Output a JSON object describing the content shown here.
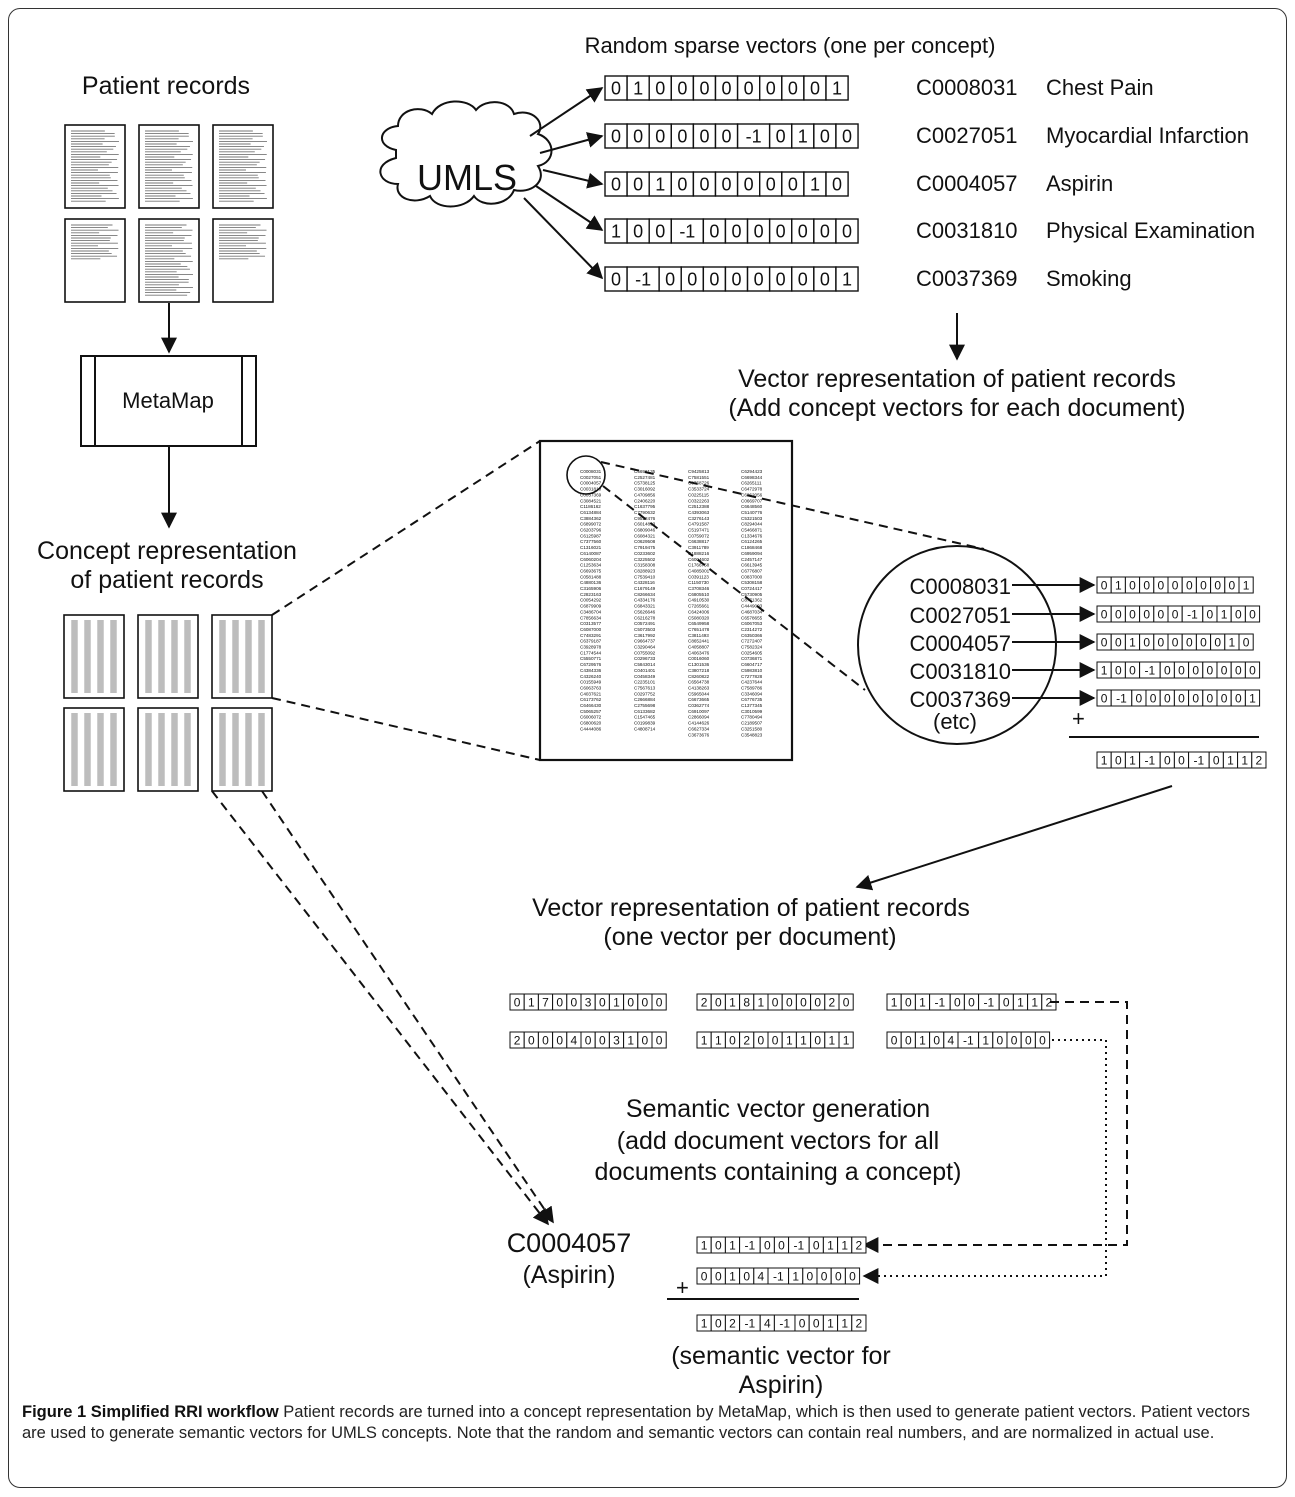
{
  "diagram": {
    "patient_records_title": "Patient records",
    "metamap_label": "MetaMap",
    "concept_rep_line1": "Concept representation",
    "concept_rep_line2": "of patient records",
    "umls_label": "UMLS",
    "random_vectors_title": "Random sparse vectors (one per concept)",
    "concepts": [
      {
        "cui": "C0008031",
        "name": "Chest Pain",
        "vector": [
          "0",
          "1",
          "0",
          "0",
          "0",
          "0",
          "0",
          "0",
          "0",
          "0",
          "1"
        ]
      },
      {
        "cui": "C0027051",
        "name": "Myocardial Infarction",
        "vector": [
          "0",
          "0",
          "0",
          "0",
          "0",
          "0",
          "-1",
          "0",
          "1",
          "0",
          "0"
        ]
      },
      {
        "cui": "C0004057",
        "name": "Aspirin",
        "vector": [
          "0",
          "0",
          "1",
          "0",
          "0",
          "0",
          "0",
          "0",
          "0",
          "1",
          "0"
        ]
      },
      {
        "cui": "C0031810",
        "name": "Physical Examination",
        "vector": [
          "1",
          "0",
          "0",
          "-1",
          "0",
          "0",
          "0",
          "0",
          "0",
          "0",
          "0"
        ]
      },
      {
        "cui": "C0037369",
        "name": "Smoking",
        "vector": [
          "0",
          "-1",
          "0",
          "0",
          "0",
          "0",
          "0",
          "0",
          "0",
          "0",
          "1"
        ]
      }
    ],
    "vector_rep_title_line1": "Vector representation of patient records",
    "vector_rep_title_line2": "(Add concept vectors for each document)",
    "etc_label": "(etc)",
    "plus_sign": "+",
    "doc_sum_vector": [
      "1",
      "0",
      "1",
      "-1",
      "0",
      "0",
      "-1",
      "0",
      "1",
      "1",
      "2"
    ],
    "doc_vectors_title_line1": "Vector representation of patient records",
    "doc_vectors_title_line2": "(one vector per document)",
    "doc_vectors": [
      [
        "0",
        "1",
        "7",
        "0",
        "0",
        "3",
        "0",
        "1",
        "0",
        "0",
        "0"
      ],
      [
        "2",
        "0",
        "1",
        "8",
        "1",
        "0",
        "0",
        "0",
        "0",
        "2",
        "0"
      ],
      [
        "1",
        "0",
        "1",
        "-1",
        "0",
        "0",
        "-1",
        "0",
        "1",
        "1",
        "2"
      ],
      [
        "2",
        "0",
        "0",
        "0",
        "4",
        "0",
        "0",
        "3",
        "1",
        "0",
        "0"
      ],
      [
        "1",
        "1",
        "0",
        "2",
        "0",
        "0",
        "1",
        "1",
        "0",
        "1",
        "1"
      ],
      [
        "0",
        "0",
        "1",
        "0",
        "4",
        "-1",
        "1",
        "0",
        "0",
        "0",
        "0"
      ]
    ],
    "semantic_title_line1": "Semantic vector generation",
    "semantic_title_line2": "(add document vectors for all",
    "semantic_title_line3": "documents containing a concept)",
    "target_cui": "C0004057",
    "target_name": "(Aspirin)",
    "semantic_result_vector": [
      "1",
      "0",
      "2",
      "-1",
      "4",
      "-1",
      "0",
      "0",
      "1",
      "1",
      "2"
    ],
    "semantic_result_line1": "(semantic vector for",
    "semantic_result_line2": "Aspirin)",
    "doc_cui_columns": [
      [
        "C0008031",
        "C0027051",
        "C0004057",
        "C0031810",
        "C0037369",
        "C3084521",
        "C1186162",
        "C6134884",
        "C3884362",
        "C6899072",
        "C6203796",
        "C6125987",
        "C7377560",
        "C1316021",
        "C6140087",
        "C6060204",
        "C1253634",
        "C6693675",
        "C0581488",
        "C4880136",
        "C3165906",
        "C2823163",
        "C0054292",
        "C6879909",
        "C3486704",
        "C7856634",
        "C0313577",
        "C6087000",
        "C7483291",
        "C6379187",
        "C3928978",
        "C1774544",
        "C5550771",
        "C6729576",
        "C4384336",
        "C4326240",
        "C0155949",
        "C6063763",
        "C4037621",
        "C6173762",
        "C6466430",
        "C5065257",
        "C6006072",
        "C6800620",
        "C4444086"
      ],
      [
        "C5696135",
        "C2527481",
        "C5738125",
        "C3016092",
        "C4709856",
        "C2406220",
        "C1637795",
        "C7790632",
        "C9512476",
        "C6014893",
        "C6809046",
        "C6084321",
        "C0629508",
        "C7919475",
        "C0233602",
        "C3225502",
        "C3158308",
        "C8288923",
        "C7539410",
        "C4328116",
        "C1679149",
        "C8266634",
        "C4334176",
        "C6843321",
        "C5626646",
        "C6216278",
        "C0572491",
        "C5073503",
        "C3617992",
        "C9664737",
        "C3290464",
        "C0755092",
        "C0296733",
        "C5843014",
        "C0401401",
        "C0458349",
        "C2235101",
        "C7567613",
        "C0297752",
        "C2666884",
        "C2755698",
        "C6133682",
        "C1547465",
        "C0199839",
        "C4808714"
      ],
      [
        "C9425813",
        "C7581551",
        "C0768726",
        "C3533724",
        "C0225115",
        "C0322263",
        "C2512388",
        "C4393063",
        "C3276143",
        "C4791587",
        "C5197471",
        "C0759072",
        "C6638817",
        "C3911789",
        "C1888216",
        "C6004602",
        "C1766758",
        "C4085001",
        "C0391123",
        "C1150730",
        "C3708346",
        "C6805510",
        "C4910530",
        "C7265661",
        "C6424006",
        "C5080320",
        "C6549958",
        "C7651478",
        "C3811493",
        "C8652441",
        "C4058807",
        "C4063476",
        "C0016060",
        "C1301536",
        "C3807218",
        "C8260822",
        "C6564738",
        "C4138263",
        "C5965044",
        "C6673665",
        "C0362774",
        "C6910097",
        "C2866094",
        "C4144626",
        "C6627334",
        "C3673676"
      ],
      [
        "C6294423",
        "C6698344",
        "C6265111",
        "C6472978",
        "C6862056",
        "C0669707",
        "C6648560",
        "C5140776",
        "C5321503",
        "C8294044",
        "C5466871",
        "C1334676",
        "C6124265",
        "C1868468",
        "C6959094",
        "C2457147",
        "C6613945",
        "C6776807",
        "C0837000",
        "C5308158",
        "C0724417",
        "C5730905",
        "C8771362",
        "C4449003",
        "C4687034",
        "C6578655",
        "C6067053",
        "C2314272",
        "C6350366",
        "C7272407",
        "C7582324",
        "C0254605",
        "C0736871",
        "C6604717",
        "C5983810",
        "C7277828",
        "C4237644",
        "C7589786",
        "C3346094",
        "C6776735",
        "C1377345",
        "C3010599",
        "C7780494",
        "C2189507",
        "C3251580",
        "C3548823"
      ]
    ]
  },
  "caption": {
    "label": "Figure 1 Simplified RRI workflow",
    "text": "Patient records are turned into a concept representation by MetaMap, which is then used to generate patient vectors. Patient vectors are used to generate semantic vectors for UMLS concepts. Note that the random and semantic vectors can contain real numbers, and are normalized in actual use."
  },
  "colors": {
    "ink": "#111111",
    "border": "#333333",
    "background": "#ffffff"
  },
  "icons": [
    "document-icon",
    "concept-document-icon",
    "cloud-icon",
    "magnifier-circle-icon",
    "arrow-icon"
  ]
}
